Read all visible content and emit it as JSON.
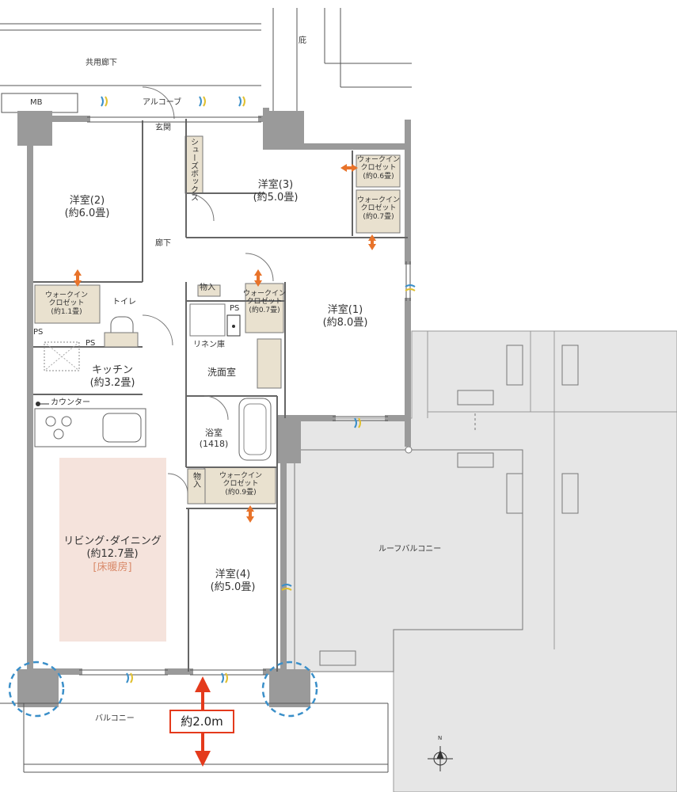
{
  "labels": {
    "corridor": "共用廊下",
    "mb": "MB",
    "alcove": "アルコーブ",
    "niwa": "庇",
    "entrance": "玄関",
    "shoes_box": "シューズボックス",
    "hall": "廊下",
    "toilet": "トイレ",
    "ps_left": "PS",
    "ps_kitchen": "PS",
    "ps_center": "PS",
    "linen": "リネン庫",
    "washroom": "洗面室",
    "storage1": "物入",
    "storage2": "物入",
    "counter": "カウンター",
    "roof_balcony": "ルーフバルコニー",
    "balcony": "バルコニー",
    "dimension": "約2.0m",
    "north": "N"
  },
  "rooms": {
    "western2": {
      "name": "洋室(2)",
      "size": "(約6.0畳)"
    },
    "western3": {
      "name": "洋室(3)",
      "size": "(約5.0畳)"
    },
    "western1": {
      "name": "洋室(1)",
      "size": "(約8.0畳)"
    },
    "western4": {
      "name": "洋室(4)",
      "size": "(約5.0畳)"
    },
    "kitchen": {
      "name": "キッチン",
      "size": "(約3.2畳)"
    },
    "bath": {
      "name": "浴室",
      "size": "(1418)"
    },
    "living": {
      "name": "リビング･ダイニング",
      "size": "(約12.7畳)",
      "note": "[床暖房]"
    }
  },
  "closets": {
    "wic_a": {
      "l1": "ウォークイン",
      "l2": "クロゼット",
      "l3": "(約0.6畳)"
    },
    "wic_b": {
      "l1": "ウォークイン",
      "l2": "クロゼット",
      "l3": "(約0.7畳)"
    },
    "wic_c": {
      "l1": "ウォークイン",
      "l2": "クロゼット",
      "l3": "(約0.7畳)"
    },
    "wic_d": {
      "l1": "ウォークイン",
      "l2": "クロゼット",
      "l3": "(約1.1畳)"
    },
    "wic_e": {
      "l1": "ウォークイン",
      "l2": "クロゼット",
      "l3": "(約0.9畳)"
    }
  },
  "colors": {
    "wall": "#9a9a9a",
    "roof_fill": "#e6e6e6",
    "closet_fill": "#e9e1cf",
    "living_fill": "#f5e3dc",
    "arrow_orange": "#e8732a",
    "arrow_red": "#e43a1c",
    "circle_blue": "#3a8fc9"
  }
}
